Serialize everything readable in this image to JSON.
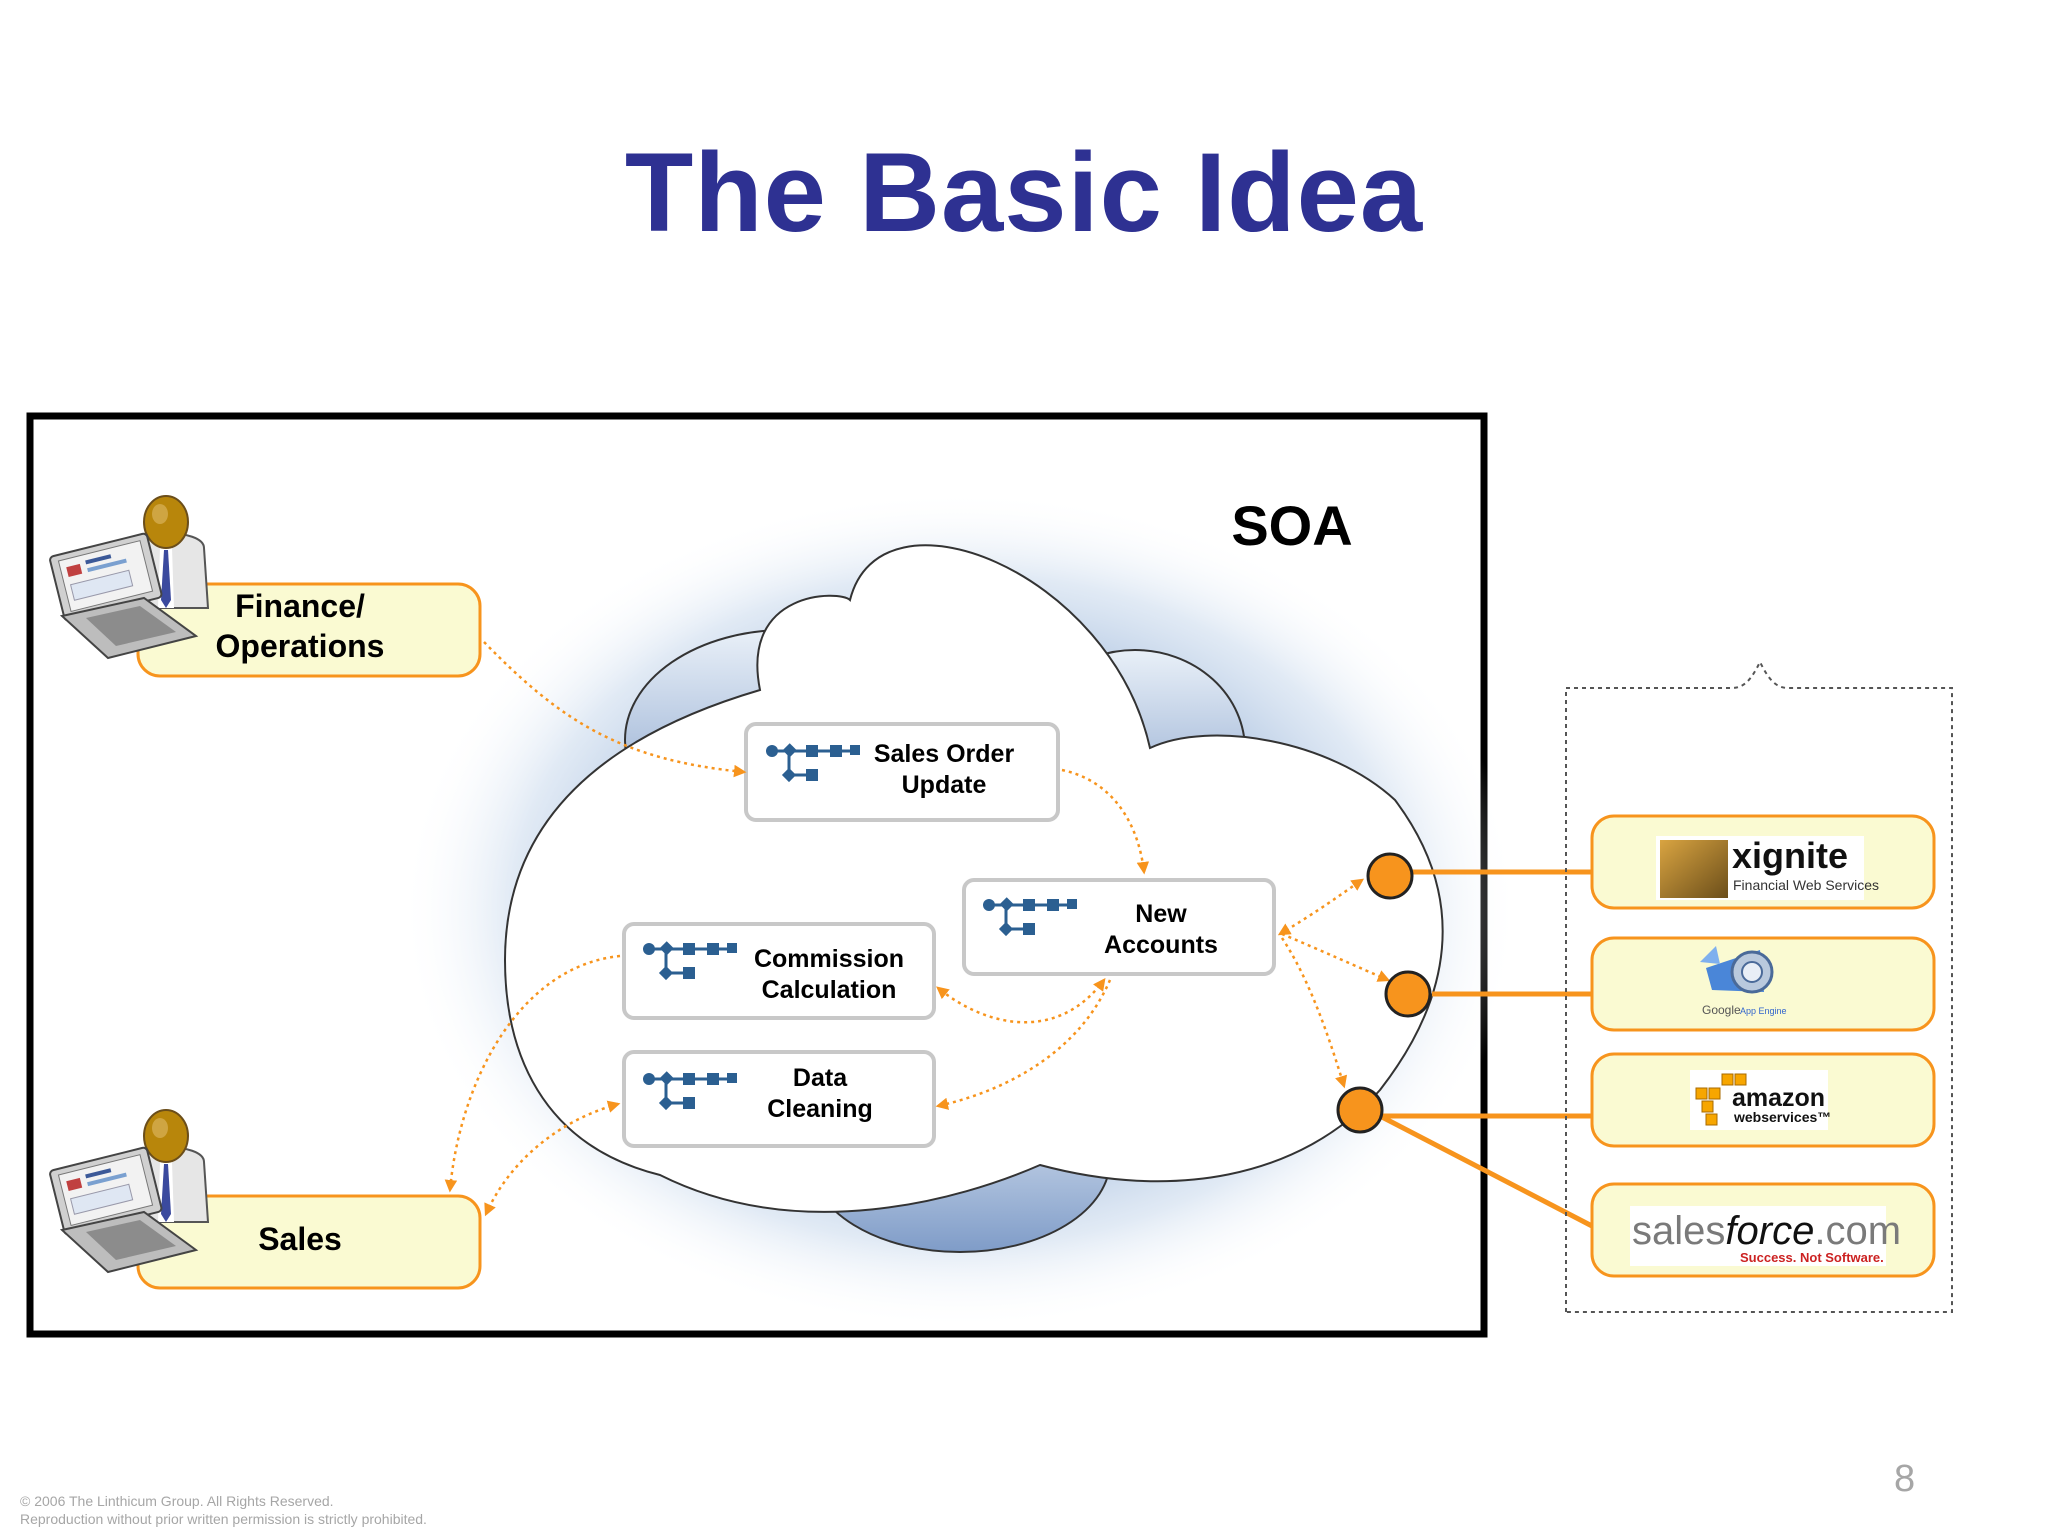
{
  "slide": {
    "title": "The Basic Idea",
    "page_number": "8",
    "footer_line1": "© 2006 The Linthicum Group. All Rights Reserved.",
    "footer_line2": "Reproduction without prior written permission is strictly prohibited."
  },
  "diagram": {
    "soa_label": "SOA",
    "users": [
      {
        "line1": "Finance/",
        "line2": "Operations"
      },
      {
        "line1": "Sales",
        "line2": ""
      }
    ],
    "services": [
      {
        "line1": "Sales Order",
        "line2": "Update"
      },
      {
        "line1": "New",
        "line2": "Accounts"
      },
      {
        "line1": "Commission",
        "line2": "Calculation"
      },
      {
        "line1": "Data",
        "line2": "Cleaning"
      }
    ],
    "providers": {
      "xignite": {
        "name": "xignite",
        "tagline": "Financial Web Services"
      },
      "google": {
        "name": "Google",
        "tagline": "App Engine"
      },
      "amazon": {
        "name": "amazon",
        "tagline": "webservices™"
      },
      "salesforce": {
        "name_left": "sales",
        "name_mid": "force",
        "name_right": ".com",
        "tagline": "Success. Not Software."
      }
    }
  },
  "colors": {
    "title": "#2e3192",
    "connector": "#f7941d",
    "box_fill": "#fafad2",
    "service_icon": "#2b5f91"
  }
}
